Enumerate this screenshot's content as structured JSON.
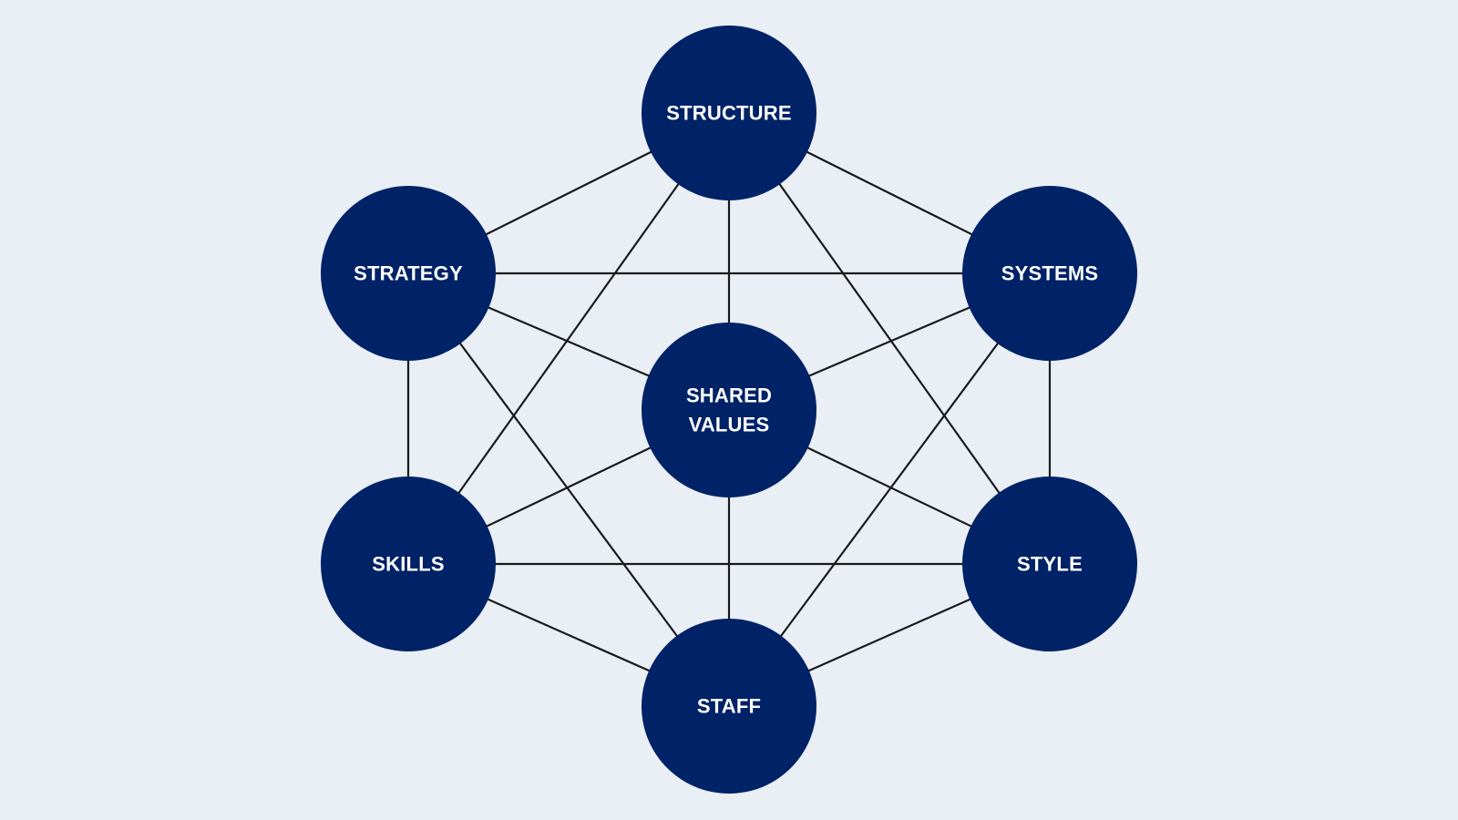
{
  "colors": {
    "background": "#eaeff6",
    "node_fill": "#002266",
    "node_text": "#ffffff",
    "edge": "#1a1a1a"
  },
  "nodes": [
    {
      "id": "structure",
      "lines": [
        "STRUCTURE"
      ]
    },
    {
      "id": "strategy",
      "lines": [
        "STRATEGY"
      ]
    },
    {
      "id": "systems",
      "lines": [
        "SYSTEMS"
      ]
    },
    {
      "id": "shared-values",
      "lines": [
        "SHARED",
        "VALUES"
      ]
    },
    {
      "id": "skills",
      "lines": [
        "SKILLS"
      ]
    },
    {
      "id": "style",
      "lines": [
        "STYLE"
      ]
    },
    {
      "id": "staff",
      "lines": [
        "STAFF"
      ]
    }
  ],
  "edges": [
    [
      "structure",
      "strategy"
    ],
    [
      "structure",
      "systems"
    ],
    [
      "structure",
      "shared-values"
    ],
    [
      "structure",
      "skills"
    ],
    [
      "structure",
      "style"
    ],
    [
      "strategy",
      "systems"
    ],
    [
      "strategy",
      "shared-values"
    ],
    [
      "strategy",
      "skills"
    ],
    [
      "strategy",
      "staff"
    ],
    [
      "systems",
      "shared-values"
    ],
    [
      "systems",
      "style"
    ],
    [
      "systems",
      "staff"
    ],
    [
      "shared-values",
      "skills"
    ],
    [
      "shared-values",
      "style"
    ],
    [
      "shared-values",
      "staff"
    ],
    [
      "skills",
      "style"
    ],
    [
      "skills",
      "staff"
    ],
    [
      "style",
      "staff"
    ]
  ]
}
